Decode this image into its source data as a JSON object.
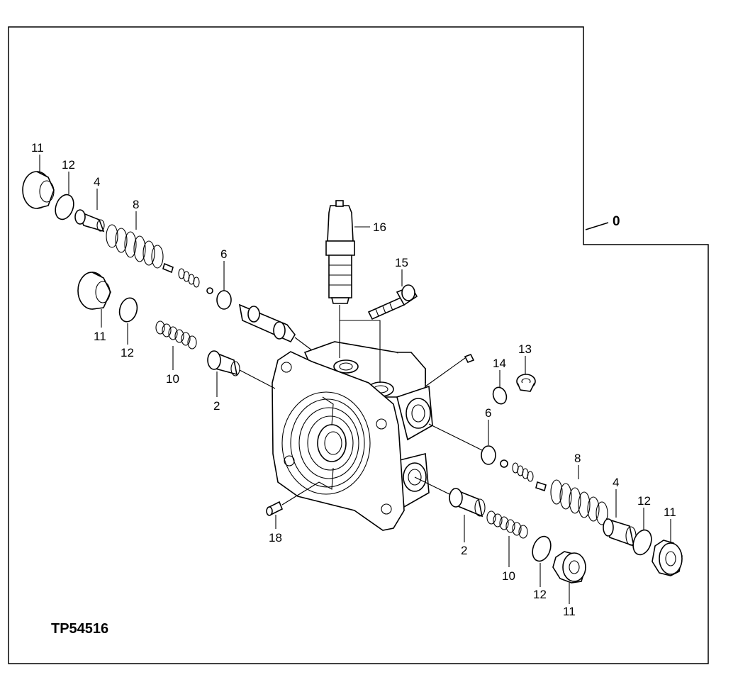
{
  "figure_id": "TP54516",
  "assembly_label": "0",
  "callouts": {
    "p11a": "11",
    "p12a": "12",
    "p4a": "4",
    "p8a": "8",
    "p11b": "11",
    "p12b": "12",
    "p10a": "10",
    "p2a": "2",
    "p6a": "6",
    "p16": "16",
    "p15": "15",
    "p13": "13",
    "p14": "14",
    "p6b": "6",
    "p8b": "8",
    "p4b": "4",
    "p12c": "12",
    "p11c": "11",
    "p2b": "2",
    "p10b": "10",
    "p12d": "12",
    "p11d": "11",
    "p18": "18"
  }
}
